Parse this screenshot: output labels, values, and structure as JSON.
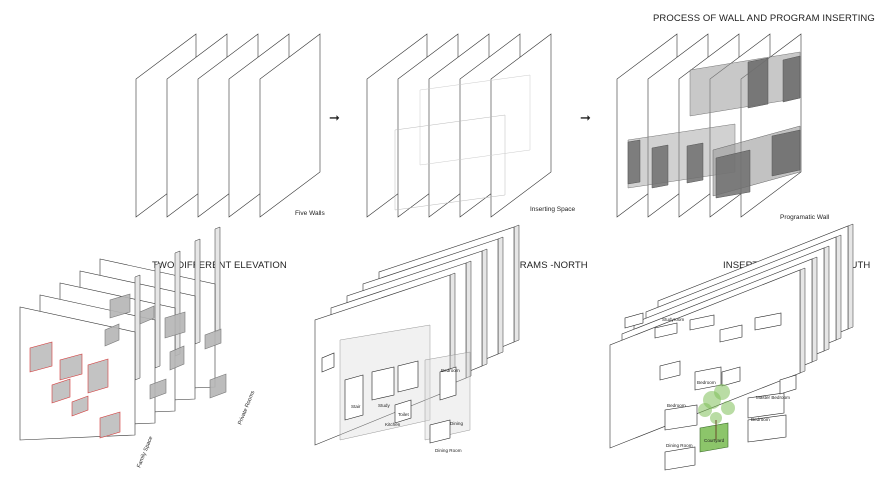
{
  "top_row": {
    "title": "PROCESS OF WALL AND PROGRAM INSERTING",
    "stage1_caption": "Five Walls",
    "stage2_caption": "Inserting Space",
    "stage3_caption": "Programatic Wall",
    "arrow_symbol": "➞"
  },
  "bottom_row": {
    "elevation": {
      "title": "TWO DIFFERENT ELEVATION",
      "private_label": "Private Rooms",
      "family_label": "Family Space"
    },
    "north": {
      "title": "INSERTED PROGRAMS -NORTH",
      "rooms": [
        "Bedroom",
        "Stair",
        "Study",
        "Toilet",
        "Kitchen",
        "Dining",
        "Dining Room"
      ]
    },
    "south": {
      "title": "INSERTED PROGRAMS -SOUTH",
      "rooms": [
        "Studyroom",
        "Bedroom",
        "Bedroom",
        "Master Bedroom",
        "Bedroom",
        "Dining Room",
        "Courtyard"
      ]
    }
  },
  "colors": {
    "line": "#333333",
    "gray_box": "#9a9a9a",
    "dark_box": "#6e6e6e",
    "red_outline": "#d43a3a",
    "green": "#7fbf5a"
  }
}
